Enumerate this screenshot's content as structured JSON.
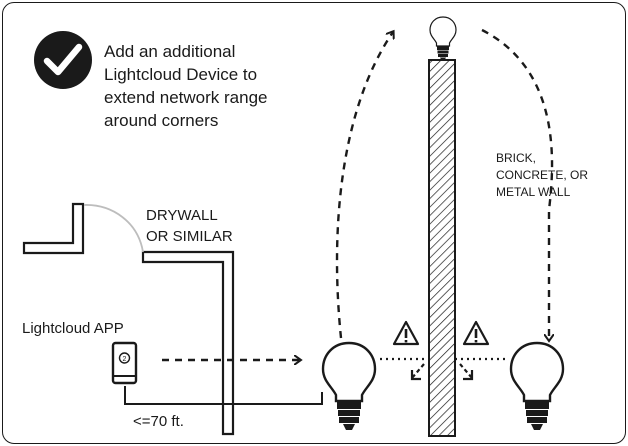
{
  "tip": {
    "lines": [
      "Add an additional",
      "Lightcloud Device to",
      "extend network range",
      "around corners"
    ],
    "icon": "checkmark-circle-icon"
  },
  "labels": {
    "drywall": [
      "DRYWALL",
      "OR SIMILAR"
    ],
    "brick": [
      "BRICK,",
      "CONCRETE, OR",
      "METAL WALL"
    ],
    "app": "Lightcloud APP",
    "distance": "<=70 ft."
  },
  "icons": {
    "phone": "smartphone-icon",
    "bulb": "light-bulb-icon",
    "warning": "warning-triangle-icon"
  },
  "colors": {
    "ink": "#1a1a1a",
    "door_arc": "#bdbdbd",
    "check_bg": "#1a1a1a"
  }
}
